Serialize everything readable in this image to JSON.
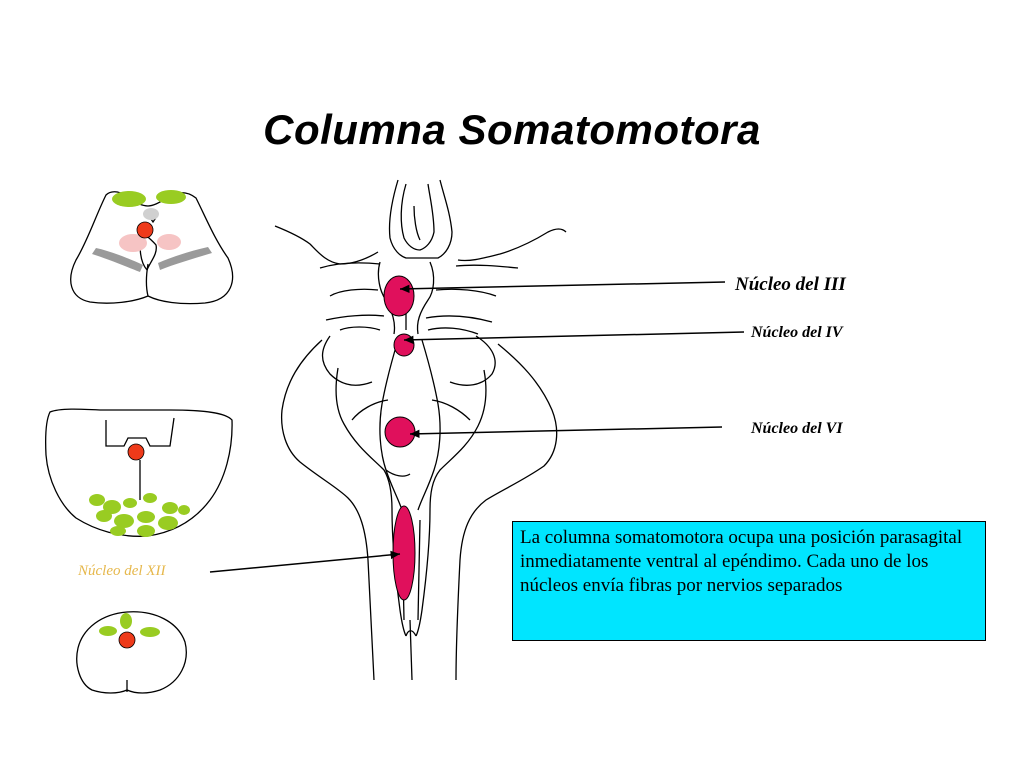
{
  "title": "Columna Somatomotora",
  "labels": {
    "nucleus_iii": "Núcleo del III",
    "nucleus_iv": "Núcleo del IV",
    "nucleus_vi": "Núcleo del VI",
    "nucleus_xii": "Núcleo del XII"
  },
  "callout": {
    "text": "La columna somatomotora ocupa una posición parasagital inmediatamente ventral al epéndimo. Cada uno de los núcleos envía fibras por nervios separados"
  },
  "colors": {
    "nucleus_fill": "#e0105c",
    "section_marker": "#ee3a1a",
    "section_green": "#99cc22",
    "section_grey": "#9a9a9a",
    "section_pink": "#f6c4c4",
    "callout_background": "#00e5ff",
    "xii_label": "#e6b84c"
  }
}
